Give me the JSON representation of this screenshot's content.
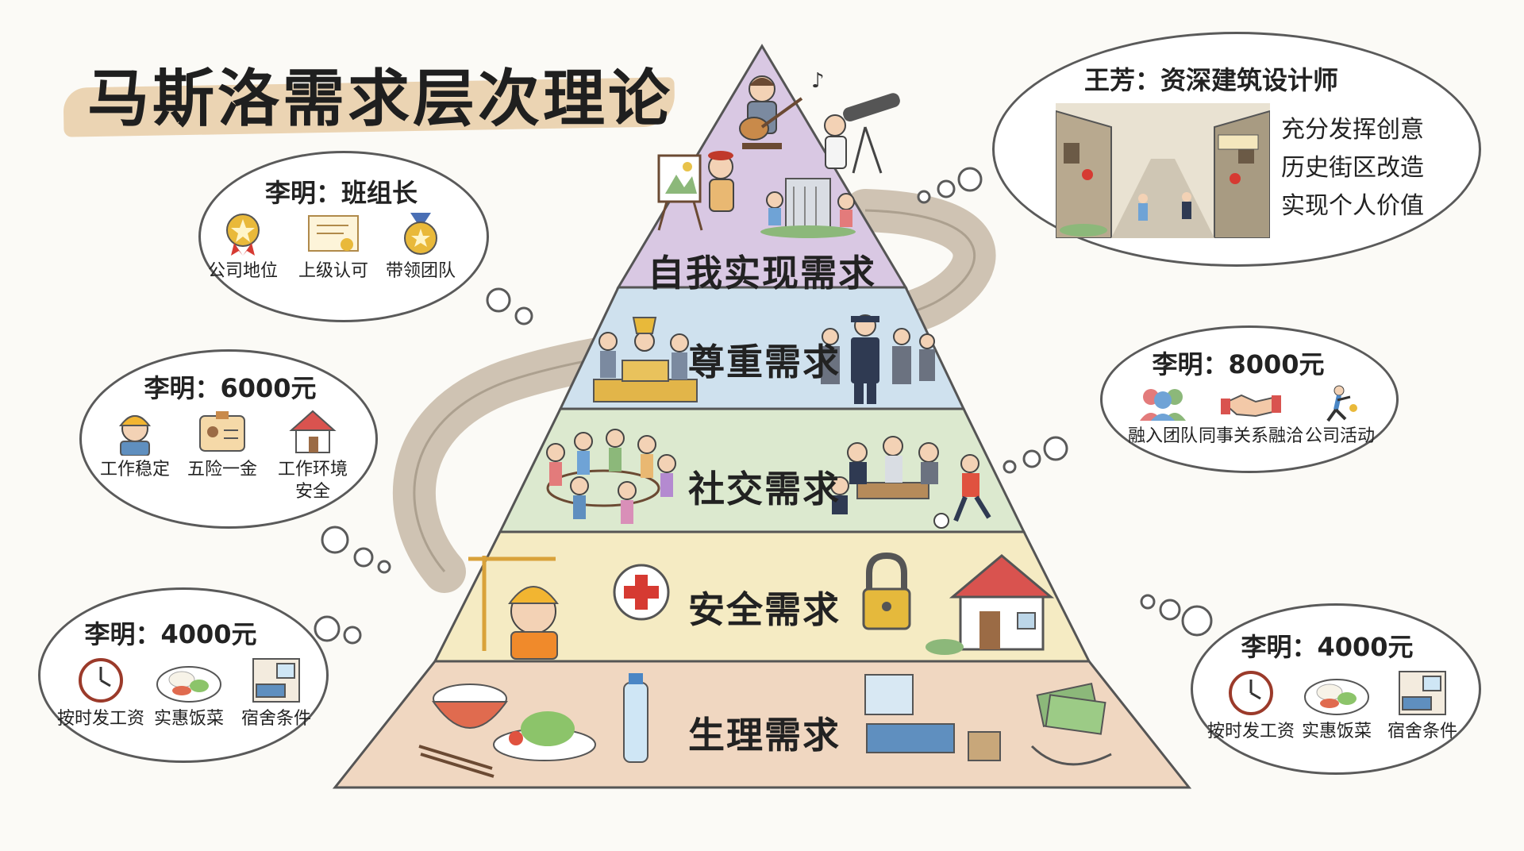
{
  "title": "马斯洛需求层次理论",
  "pyramid": {
    "layers": [
      {
        "label": "自我实现需求",
        "color": "#d9c8e3"
      },
      {
        "label": "尊重需求",
        "color": "#cfe1ee"
      },
      {
        "label": "社交需求",
        "color": "#dce9cf"
      },
      {
        "label": "安全需求",
        "color": "#f5ebc3"
      },
      {
        "label": "生理需求",
        "color": "#f0d7c1"
      }
    ]
  },
  "clouds": {
    "leader": {
      "title": "李明：班组长",
      "items": [
        {
          "label": "公司地位",
          "icon": "medal-star-icon"
        },
        {
          "label": "上级认可",
          "icon": "certificate-icon"
        },
        {
          "label": "带领团队",
          "icon": "medal-icon"
        }
      ]
    },
    "salary6000": {
      "title": "李明：6000元",
      "items": [
        {
          "label": "工作稳定",
          "icon": "worker-icon"
        },
        {
          "label": "五险一金",
          "icon": "id-card-icon"
        },
        {
          "label": "工作环境\n安全",
          "icon": "house-icon"
        }
      ]
    },
    "salary4000_left": {
      "title": "李明：4000元",
      "items": [
        {
          "label": "按时发工资",
          "icon": "clock-icon"
        },
        {
          "label": "实惠饭菜",
          "icon": "meal-plate-icon"
        },
        {
          "label": "宿舍条件",
          "icon": "dorm-room-icon"
        }
      ]
    },
    "wangfang": {
      "title": "王芳：资深建筑设计师",
      "lines": [
        "充分发挥创意",
        "历史街区改造",
        "实现个人价值"
      ]
    },
    "salary8000": {
      "title": "李明：8000元",
      "items": [
        {
          "label": "融入团队",
          "icon": "team-icon"
        },
        {
          "label": "同事关系融洽",
          "icon": "handshake-icon"
        },
        {
          "label": "公司活动",
          "icon": "sports-icon"
        }
      ]
    },
    "salary4000_right": {
      "title": "李明：4000元",
      "items": [
        {
          "label": "按时发工资",
          "icon": "clock-icon"
        },
        {
          "label": "实惠饭菜",
          "icon": "meal-plate-icon"
        },
        {
          "label": "宿舍条件",
          "icon": "dorm-room-icon"
        }
      ]
    }
  }
}
